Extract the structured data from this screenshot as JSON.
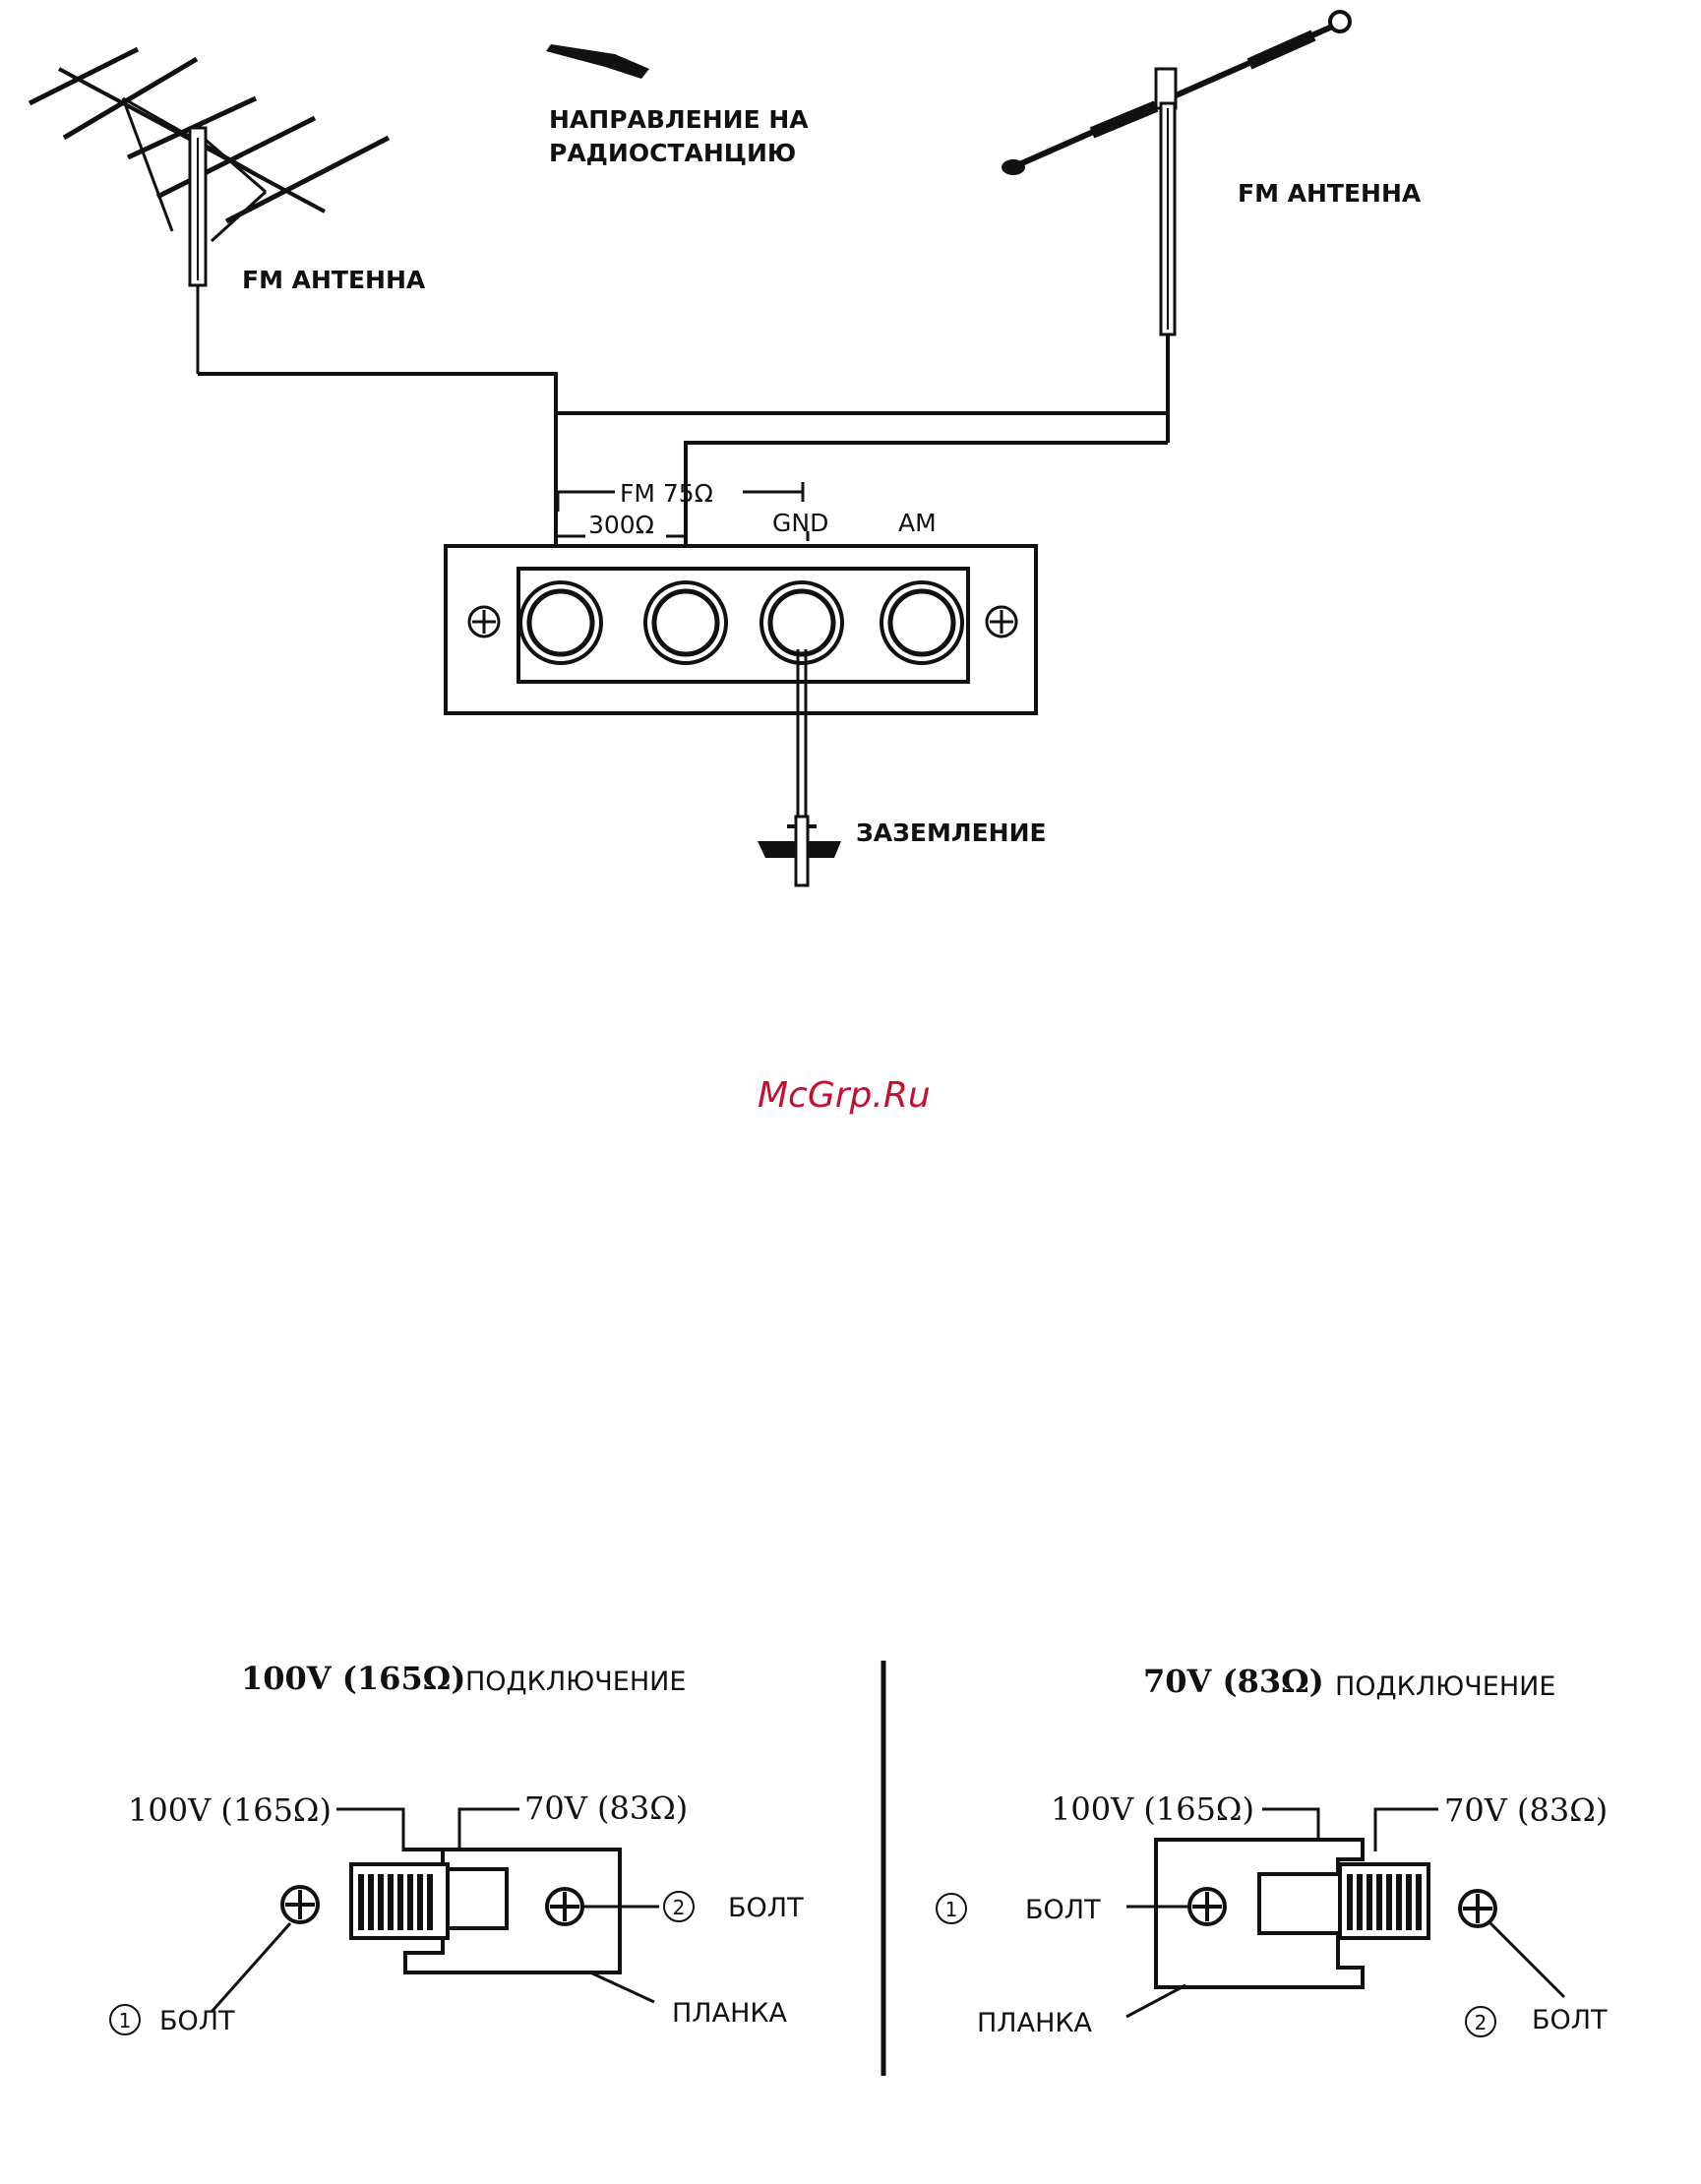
{
  "top_diagram": {
    "direction_arrow_label_line1": "НАПРАВЛЕНИЕ НА",
    "direction_arrow_label_line2": "РАДИОСТАНЦИЮ",
    "fm_antenna_left_label": "FM АНТЕННА",
    "fm_antenna_right_label": "FM АНТЕННА",
    "fm_75_label": "FM 75Ω",
    "fm_300_label": "300Ω",
    "gnd_label": "GND",
    "am_label": "AM",
    "ground_label": "ЗАЗЕМЛЕНИЕ"
  },
  "watermark": "McGrp.Ru",
  "left_panel": {
    "title_main": "100V (165Ω)",
    "title_suffix": "ПОДКЛЮЧЕНИЕ",
    "tap_100_label": "100V (165Ω)",
    "tap_70_label": "70V (83Ω)",
    "bolt2_number": "2",
    "bolt2_label": "БОЛТ",
    "bolt1_number": "1",
    "bolt1_label": "БОЛТ",
    "plate_label": "ПЛАНКА"
  },
  "right_panel": {
    "title_main": "70V (83Ω)",
    "title_suffix": "ПОДКЛЮЧЕНИЕ",
    "tap_100_label": "100V (165Ω)",
    "tap_70_label": "70V (83Ω)",
    "bolt1_number": "1",
    "bolt1_label": "БОЛТ",
    "bolt2_number": "2",
    "bolt2_label": "БОЛТ",
    "plate_label": "ПЛАНКА"
  }
}
